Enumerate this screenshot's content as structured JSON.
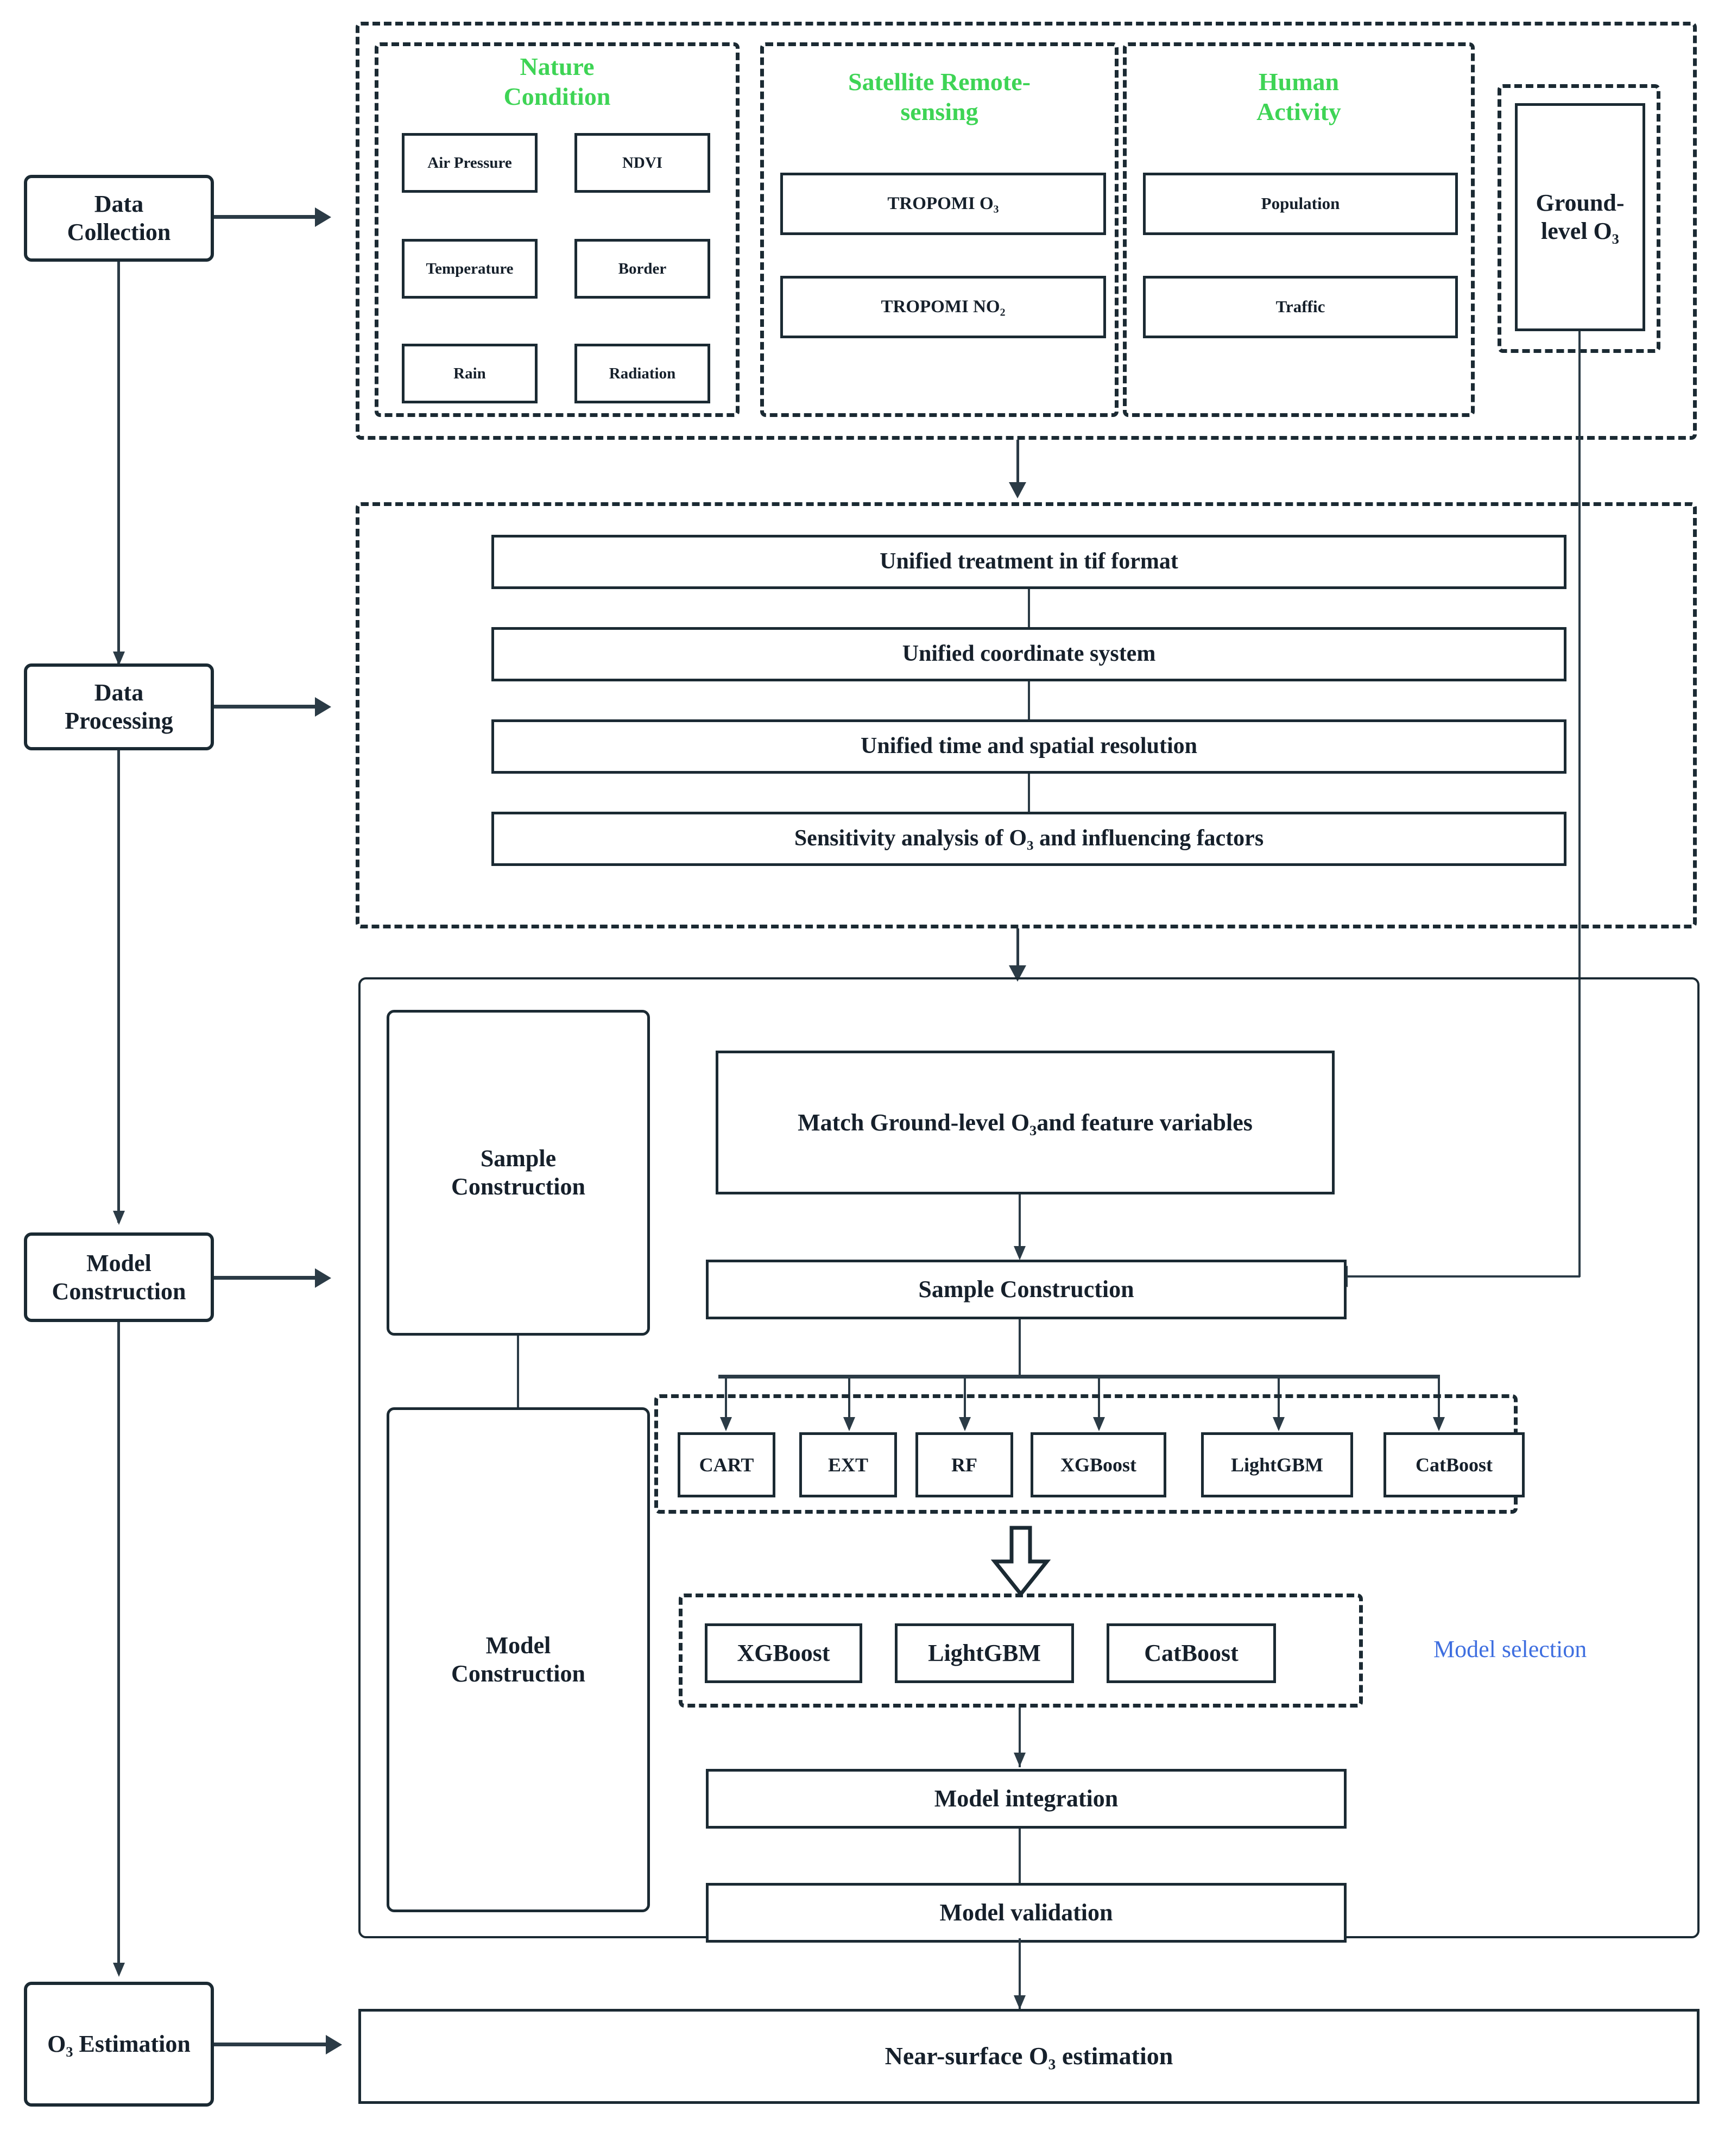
{
  "colors": {
    "ink": "#1b2a33",
    "group_title_green": "#3ED455",
    "note_blue": "#3f6fe0",
    "background": "#ffffff"
  },
  "stages": [
    {
      "id": "data-collection",
      "label": "Data\nCollection"
    },
    {
      "id": "data-processing",
      "label": "Data\nProcessing"
    },
    {
      "id": "model-construction",
      "label": "Model\nConstruction"
    },
    {
      "id": "o3-estimation",
      "label": "O₃ Estimation"
    }
  ],
  "stage_labels": {
    "data_collection_line1": "Data",
    "data_collection_line2": "Collection",
    "data_processing_line1": "Data",
    "data_processing_line2": "Processing",
    "model_construction_line1": "Model",
    "model_construction_line2": "Construction",
    "o3_estimation": "O₃ Estimation"
  },
  "data_collection": {
    "groups": [
      {
        "id": "nature-condition",
        "title_line1": "Nature",
        "title_line2": "Condition",
        "items": [
          "Air Pressure",
          "NDVI",
          "Temperature",
          "Border",
          "Rain",
          "Radiation"
        ]
      },
      {
        "id": "satellite-remote-sensing",
        "title_line1": "Satellite Remote-",
        "title_line2": "sensing",
        "items": [
          "TROPOMI O₃",
          "TROPOMI NO₂"
        ]
      },
      {
        "id": "human-activity",
        "title_line1": "Human",
        "title_line2": "Activity",
        "items": [
          "Population",
          "Traffic"
        ]
      }
    ],
    "ground_level": {
      "id": "ground-level-o3",
      "label_line1": "Ground-",
      "label_line2": "level O₃"
    }
  },
  "data_processing": {
    "steps": [
      "Unified treatment in tif format",
      "Unified coordinate system",
      "Unified time and spatial resolution",
      "Sensitivity analysis of O₃ and influencing factors"
    ]
  },
  "model_construction": {
    "left_panels": [
      {
        "id": "sample-construction-panel",
        "line1": "Sample",
        "line2": "Construction"
      },
      {
        "id": "model-construction-panel",
        "line1": "Model",
        "line2": "Construction"
      }
    ],
    "match_box": "Match Ground-level O₃and feature variables",
    "sample_construction_box": "Sample Construction",
    "candidate_models": [
      "CART",
      "EXT",
      "RF",
      "XGBoost",
      "LightGBM",
      "CatBoost"
    ],
    "selected_models": [
      "XGBoost",
      "LightGBM",
      "CatBoost"
    ],
    "model_selection_note": "Model selection",
    "integration_box": "Model integration",
    "validation_box": "Model validation"
  },
  "output": {
    "final_box": "Near-surface O₃ estimation"
  }
}
